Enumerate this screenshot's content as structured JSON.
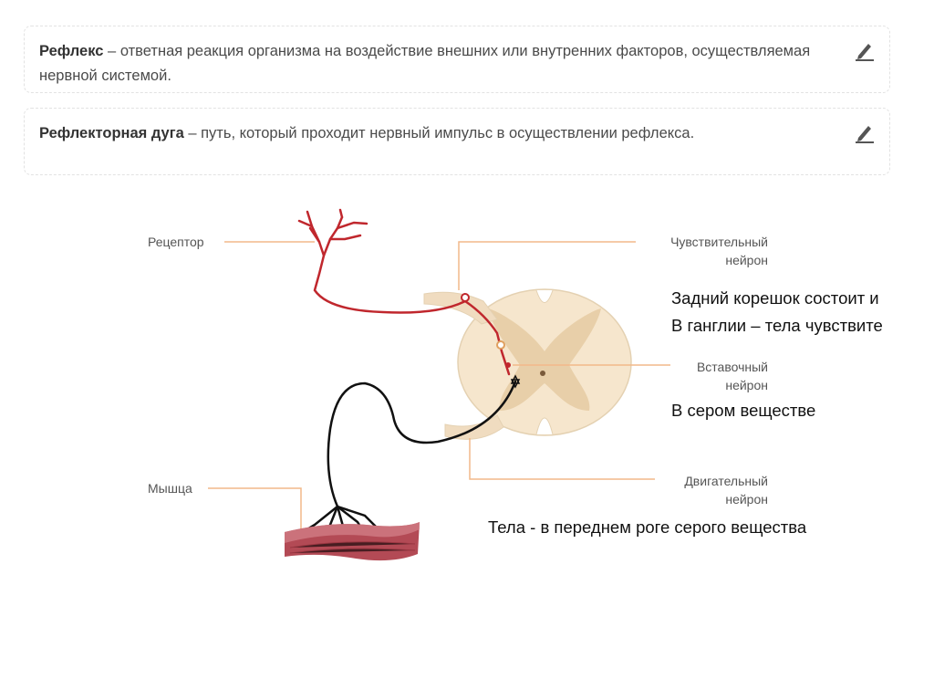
{
  "definitions": [
    {
      "term": "Рефлекс",
      "text": " – ответная реакция организма на воздействие внешних или внутренних факторов, осуществляемая нервной системой.",
      "icon": "pencil-icon"
    },
    {
      "term": "Рефлекторная дуга",
      "text": " – путь, который проходит нервный импульс в осуществлении рефлекса.",
      "icon": "pencil-icon"
    }
  ],
  "diagram": {
    "labels": {
      "receptor": "Рецептор",
      "sensory_1": "Чувствительный",
      "sensory_2": "нейрон",
      "inter_1": "Вставочный",
      "inter_2": "нейрон",
      "muscle": "Мышца",
      "motor_1": "Двигательный",
      "motor_2": "нейрон"
    },
    "colors": {
      "leader": "#f2b98a",
      "sensory": "#c0272d",
      "motor": "#111111",
      "grey_matter": "#e8cfa9",
      "white_matter": "#f6e6cd",
      "muscle": "#b34a55"
    }
  },
  "notes": {
    "dorsal_root": "Задний корешок состоит и",
    "ganglion": "В ганглии – тела чувствите",
    "grey": "В сером веществе",
    "ventral": "Тела - в переднем роге серого вещества"
  }
}
